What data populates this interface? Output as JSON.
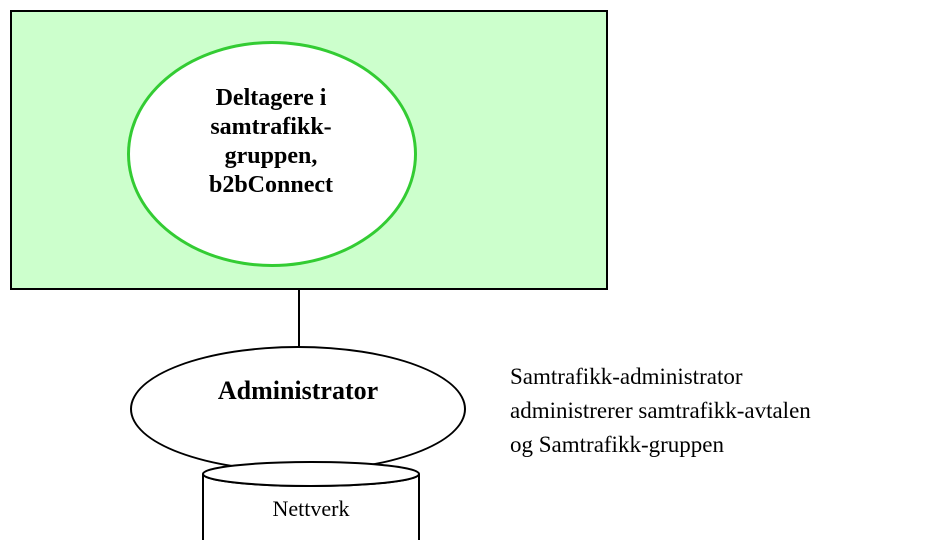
{
  "participants": {
    "label": "Deltagere i\nsamtrafikk-\ngruppen,\nb2bConnect"
  },
  "administrator": {
    "label": "Administrator"
  },
  "network": {
    "label": "Nettverk"
  },
  "description": {
    "lines": [
      "Samtrafikk-administrator",
      "administrerer samtrafikk-avtalen",
      "og Samtrafikk-gruppen"
    ]
  },
  "colors": {
    "participants_fill": "#ccffcc",
    "participants_ellipse_border": "#33cc33"
  }
}
